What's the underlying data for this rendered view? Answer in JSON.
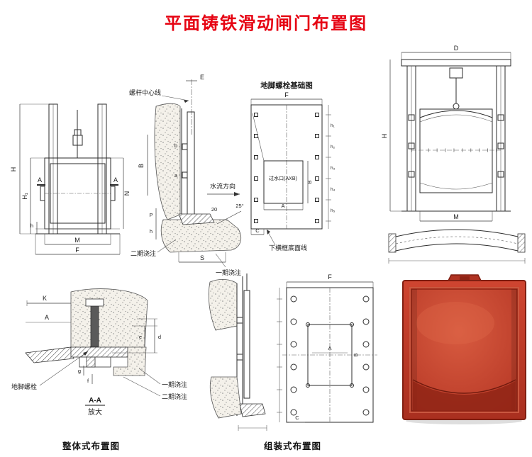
{
  "page": {
    "title": "平面铸铁滑动闸门布置图",
    "title_color": "#e60413"
  },
  "captions": {
    "integral": "整体式布置图",
    "assembled": "组装式布置图"
  },
  "front_view": {
    "H": "H",
    "H1": "H₁",
    "N": "N",
    "M": "M",
    "F": "F",
    "h": "h",
    "A_left": "A",
    "A_right": "A"
  },
  "side_section": {
    "screw_centerline": "螺杆中心线",
    "E": "E",
    "B": "B",
    "b": "b",
    "a": "a",
    "P": "P",
    "h": "h",
    "flow": "水流方向",
    "gap20": "20",
    "angle": "25°",
    "pour2": "二期浇注",
    "pour1": "一期浇注",
    "S": "S"
  },
  "foundation": {
    "title": "地脚螺栓基础图",
    "F": "F",
    "opening": "过水口(AXB)",
    "A": "A",
    "B": "B",
    "C": "C",
    "bottom_line": "下横框底面线",
    "h_dims": [
      "h₁",
      "h₂",
      "h₃",
      "h₄",
      "h₅"
    ]
  },
  "assembly": {
    "D": "D",
    "H": "H",
    "M": "M"
  },
  "detail": {
    "K": "K",
    "A": "A",
    "anchor_bolt": "地脚螺栓",
    "e": "e",
    "d": "d",
    "g": "g",
    "f": "f",
    "section": "A-A",
    "enlarged": "放大",
    "pour1": "一期浇注",
    "pour2": "二期浇注"
  },
  "assembled_plan": {
    "F": "F",
    "A": "A",
    "B": "B",
    "C": "C"
  },
  "photo": {
    "subject": "cast-iron-sluice-gate",
    "primary_color": "#c0392b"
  }
}
